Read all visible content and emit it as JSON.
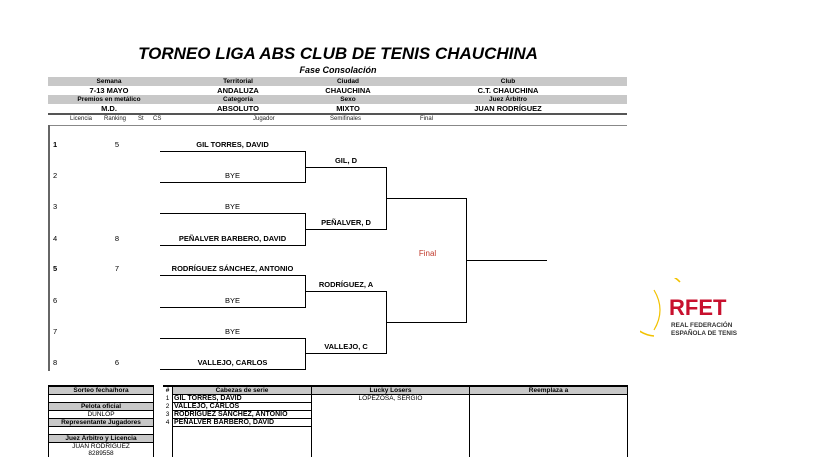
{
  "header": {
    "title": "TORNEO LIGA ABS CLUB DE TENIS CHAUCHINA",
    "subtitle": "Fase Consolación"
  },
  "info": {
    "labels1": [
      "Semana",
      "Territorial",
      "Ciudad",
      "Club"
    ],
    "values1": [
      "7-13 MAYO",
      "ANDALUZA",
      "CHAUCHINA",
      "C.T. CHAUCHINA"
    ],
    "labels2": [
      "Premios en metálico",
      "Categoría",
      "Sexo",
      "Juez Árbitro"
    ],
    "values2": [
      "M.D.",
      "ABSOLUTO",
      "MIXTO",
      "JUAN RODRÍGUEZ"
    ]
  },
  "columns": [
    "Licencia",
    "Ranking",
    "St",
    "CS",
    "Jugador",
    "Semifinales",
    "Final"
  ],
  "draw": [
    {
      "num": "1",
      "ranking": "5",
      "name": "GIL TORRES, DAVID",
      "bold": true
    },
    {
      "num": "2",
      "ranking": "",
      "name": "BYE",
      "bold": false
    },
    {
      "num": "3",
      "ranking": "",
      "name": "BYE",
      "bold": false
    },
    {
      "num": "4",
      "ranking": "8",
      "name": "PEÑALVER BARBERO, DAVID",
      "bold": false
    },
    {
      "num": "5",
      "ranking": "7",
      "name": "RODRÍGUEZ SÁNCHEZ, ANTONIO",
      "bold": true
    },
    {
      "num": "6",
      "ranking": "",
      "name": "BYE",
      "bold": false
    },
    {
      "num": "7",
      "ranking": "",
      "name": "BYE",
      "bold": false
    },
    {
      "num": "8",
      "ranking": "6",
      "name": "VALLEJO, CARLOS",
      "bold": false
    }
  ],
  "winners": [
    "GIL, D",
    "PEÑALVER, D",
    "RODRÍGUEZ, A",
    "VALLEJO, C"
  ],
  "final_label": "Final",
  "bottom": {
    "sorteo": "Sorteo fecha/hora",
    "hash": "#",
    "cabezas": "Cabezas  de serie",
    "lucky": "Lucky Losers",
    "reemplaza": "Reemplaza a",
    "pelota_label": "Pelota oficial",
    "pelota_value": "DUNLOP",
    "representante": "Representante Jugadores",
    "juez_label": "Juez Árbitro y Licencia",
    "juez_name": "JUAN RODRÍGUEZ",
    "juez_lic": "8289558",
    "lucky_value": "LOPEZOSA, SERGIO",
    "seeds": [
      {
        "n": "1",
        "name": "GIL TORRES, DAVID"
      },
      {
        "n": "2",
        "name": "VALLEJO, CARLOS"
      },
      {
        "n": "3",
        "name": "RODRÍGUEZ SÁNCHEZ, ANTONIO"
      },
      {
        "n": "4",
        "name": "PEÑALVER BARBERO, DAVID"
      }
    ]
  },
  "logo": {
    "text": "RFET",
    "line1": "REAL FEDERACIÓN",
    "line2": "ESPAÑOLA DE TENIS",
    "red": "#c8102e",
    "yellow": "#f2c200"
  }
}
